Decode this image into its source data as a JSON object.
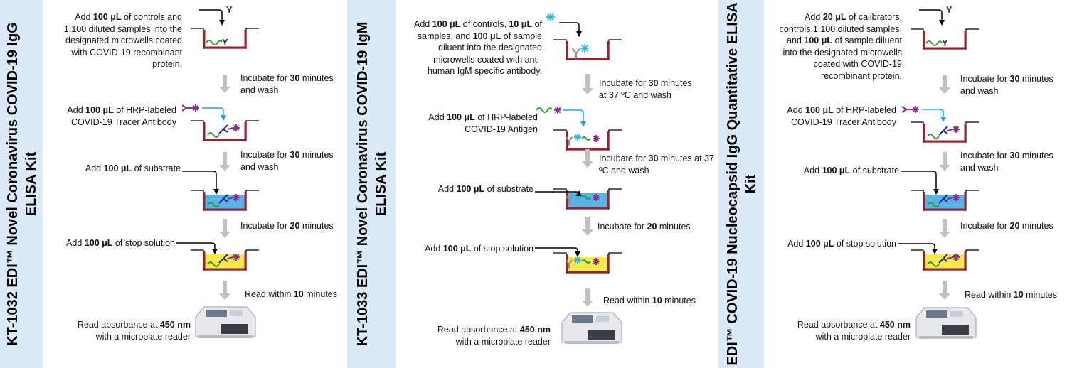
{
  "panels": [
    {
      "title_line1": "KT-1032 EDI™ Novel Coronavirus COVID-19  IgG",
      "title_line2": "ELISA Kit",
      "steps": [
        {
          "pre": "Add ",
          "bold": "100 μL",
          "post": " of controls and 1:100 diluted samples into the designated microwells coated with COVID-19 recombinant protein."
        },
        {
          "pre": "Add ",
          "bold": "100 μL",
          "post": " of HRP-labeled COVID-19 Tracer Antibody"
        },
        {
          "pre": "Add ",
          "bold": "100 μL",
          "post": " of substrate"
        },
        {
          "pre": "Add ",
          "bold": "100 μL",
          "post": " of stop solution"
        },
        {
          "pre": "Read absorbance at ",
          "bold": "450 nm",
          "post": " with a microplate reader"
        }
      ],
      "incubations": [
        {
          "pre": "Incubate for  ",
          "bold": "30",
          "post": " minutes and wash"
        },
        {
          "pre": "Incubate for  ",
          "bold": "30",
          "post": " minutes and wash"
        },
        {
          "pre": "Incubate for  ",
          "bold": "20",
          "post": " minutes"
        },
        {
          "pre": "Read within ",
          "bold": "10",
          "post": " minutes"
        }
      ]
    },
    {
      "title_line1": "KT-1033 EDI™ Novel Coronavirus COVID-19  IgM",
      "title_line2": "ELISA Kit",
      "steps": [
        {
          "pre": "Add ",
          "bold": "100 μL",
          "post": " of controls, ",
          "bold2": "10 μL",
          "post2": " of samples,  and ",
          "bold3": "100 μL",
          "post3": " of sample diluent into the designated microwells coated with anti-human IgM specific antibody."
        },
        {
          "pre": "Add ",
          "bold": "100 μL",
          "post": " of HRP-labeled COVID-19 Antigen"
        },
        {
          "pre": "Add ",
          "bold": "100 μL",
          "post": " of substrate"
        },
        {
          "pre": "Add ",
          "bold": "100 μL",
          "post": " of stop solution"
        },
        {
          "pre": "Read absorbance at ",
          "bold": "450 nm",
          "post": " with a microplate reader"
        }
      ],
      "incubations": [
        {
          "pre": "Incubate for  ",
          "bold": "30",
          "post": " minutes at 37 ºC and wash"
        },
        {
          "pre": "Incubate for  ",
          "bold": "30",
          "post": " minutes at 37 ºC and wash"
        },
        {
          "pre": "Incubate for  ",
          "bold": "20",
          "post": " minutes"
        },
        {
          "pre": "Read within ",
          "bold": "10",
          "post": " minutes"
        }
      ]
    },
    {
      "title_line1": "EDI™ COVID-19 Nucleocapsid IgG Quantitative ELISA",
      "title_line2": "Kit",
      "steps": [
        {
          "pre": "Add ",
          "bold": "20 μL",
          "post": " of calibrators, controls,1:100 diluted samples,  and ",
          "bold2": "100 μL",
          "post2": " of sample diluent into the designated microwells coated with COVID-19 recombinant protein."
        },
        {
          "pre": "Add ",
          "bold": "100 μL",
          "post": " of HRP-labeled COVID-19 Tracer Antibody"
        },
        {
          "pre": "Add ",
          "bold": "100 μL",
          "post": " of substrate"
        },
        {
          "pre": "Add ",
          "bold": "100 μL",
          "post": " of stop solution"
        },
        {
          "pre": "Read absorbance at ",
          "bold": "450 nm",
          "post": " with a microplate reader"
        }
      ],
      "incubations": [
        {
          "pre": "Incubate for  ",
          "bold": "30",
          "post": " minutes and wash"
        },
        {
          "pre": "Incubate for  ",
          "bold": "30",
          "post": " minutes and wash"
        },
        {
          "pre": "Incubate for  ",
          "bold": "20",
          "post": " minutes"
        },
        {
          "pre": "Read within ",
          "bold": "10",
          "post": " minutes"
        }
      ]
    }
  ],
  "colors": {
    "panel_band": "#dbe9f8",
    "well": "#a01f2b",
    "substrate": "#56b4e6",
    "stop_solution": "#f7e94a",
    "step_arrow": "#c0c0c0",
    "blue_arrow": "#1aa7e0",
    "antigen_green": "#2f9a3a",
    "antibody_grey": "#8a8a8a",
    "tracer_purple": "#8b2a8b",
    "igg_navy": "#1b2a8c",
    "virus_cyan": "#29b6e6"
  },
  "icons": [
    "antibody-y-icon",
    "virus-icon",
    "tracer-antibody-icon",
    "antigen-icon",
    "microplate-reader-icon"
  ]
}
